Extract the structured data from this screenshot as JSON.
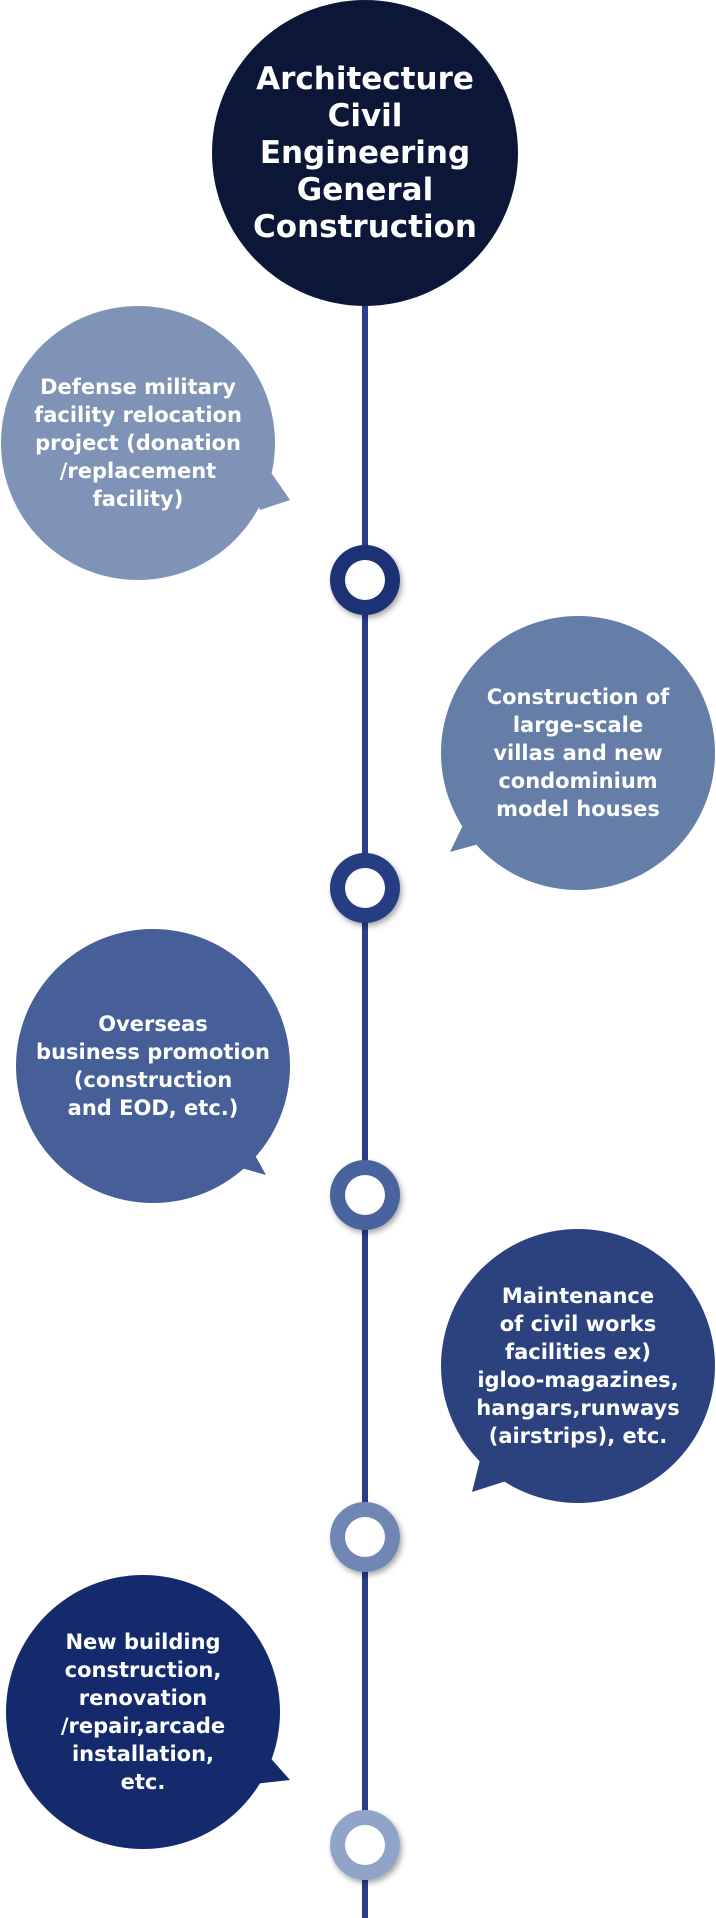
{
  "title": {
    "text": "Architecture\nCivil Engineering\nGeneral\nConstruction",
    "color": "#0c1737"
  },
  "line_color": "#2a3e8a",
  "items": [
    {
      "text": "Defense military\nfacility relocation\nproject (donation\n/replacement\nfacility)",
      "side": "left",
      "bubble_color": "#7e93b6",
      "node_color": "#1f3275"
    },
    {
      "text": "Construction of\nlarge-scale\nvillas and new\ncondominium\nmodel houses",
      "side": "right",
      "bubble_color": "#647ea8",
      "node_color": "#263c82"
    },
    {
      "text": "Overseas\nbusiness promotion\n(construction\nand EOD, etc.)",
      "side": "left",
      "bubble_color": "#465f99",
      "node_color": "#4a639e"
    },
    {
      "text": "Maintenance\nof civil works\nfacilities ex)\nigloo-magazines,\nhangars,runways\n(airstrips), etc.",
      "side": "right",
      "bubble_color": "#2b427f",
      "node_color": "#6f86b4"
    },
    {
      "text": "New building\nconstruction,\nrenovation\n/repair,arcade\ninstallation,\netc.",
      "side": "left",
      "bubble_color": "#152a6c",
      "node_color": "#90a4c9"
    }
  ]
}
